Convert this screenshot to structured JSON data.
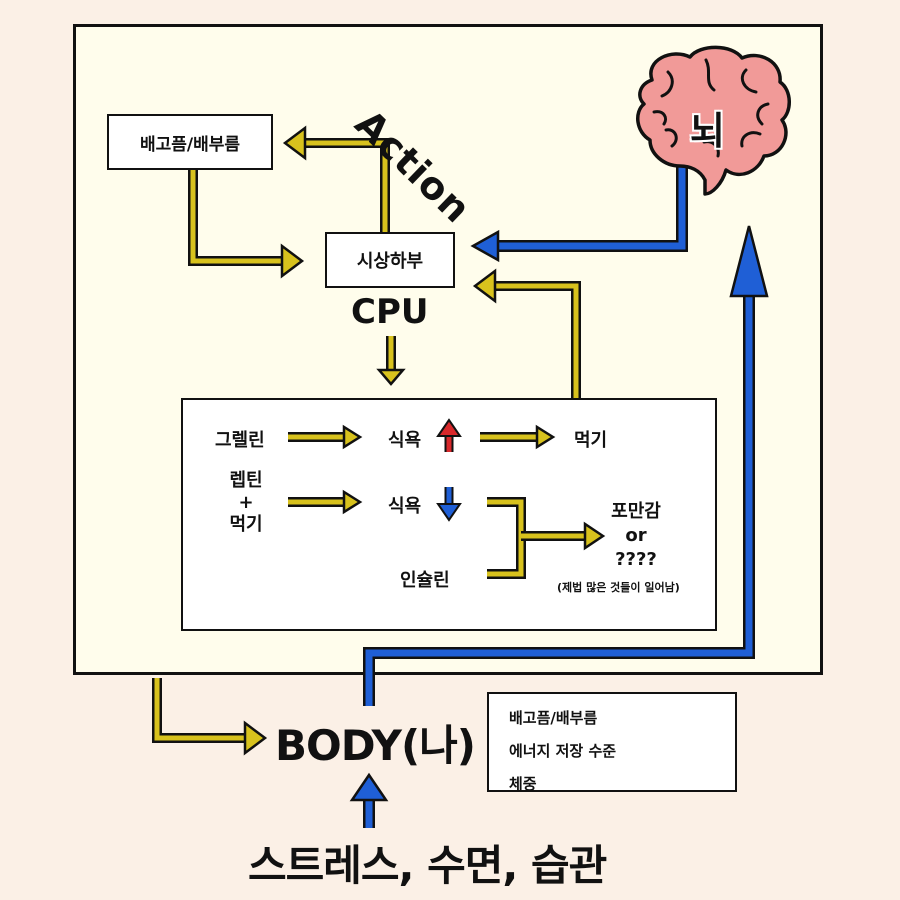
{
  "diagram": {
    "action_label": "Action",
    "top_left_box": "배고픔/배부름",
    "hypothalamus_box": "시상하부",
    "cpu_label": "CPU",
    "brain_label": "뇌",
    "hormones": {
      "ghrelin": "그렐린",
      "appetite_up": "식욕",
      "eat": "먹기",
      "leptin_line1": "렙틴",
      "leptin_plus": "+",
      "leptin_line2": "먹기",
      "appetite_down": "식욕",
      "insulin": "인슐린",
      "satiety_line1": "포만감",
      "satiety_line2": "or",
      "satiety_line3": "????",
      "satiety_note": "(제법 많은 것들이 일어남)"
    },
    "body_label": "BODY(나)",
    "body_info": [
      "배고픔/배부름",
      "에너지 저장 수준",
      "체중"
    ],
    "bottom_label": "스트레스, 수면, 습관"
  },
  "colors": {
    "yellow": "#d8c21d",
    "blue": "#1f5fd6",
    "red": "#d8282b",
    "brain": "#f19a98",
    "frame_bg": "#fffdec",
    "page_bg": "#fbf0e6"
  }
}
